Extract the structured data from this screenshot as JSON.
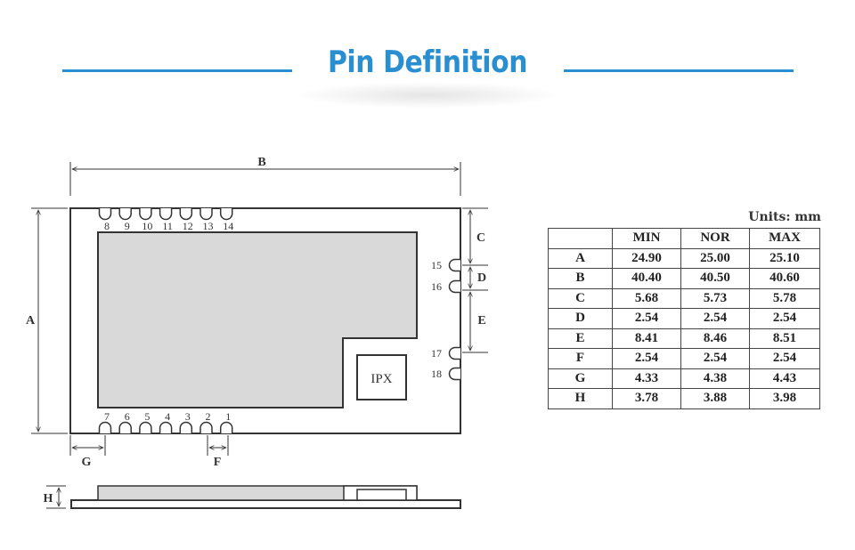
{
  "header": {
    "title": "Pin Definition"
  },
  "colors": {
    "accent": "#2a8fd0",
    "module_fill": "#d9d9d9",
    "line": "#333333"
  },
  "diagram": {
    "dim_labels": {
      "A": "A",
      "B": "B",
      "C": "C",
      "D": "D",
      "E": "E",
      "F": "F",
      "G": "G",
      "H": "H"
    },
    "top_pins": [
      "8",
      "9",
      "10",
      "11",
      "12",
      "13",
      "14"
    ],
    "bottom_pins": [
      "7",
      "6",
      "5",
      "4",
      "3",
      "2",
      "1"
    ],
    "right_pins": [
      "15",
      "16",
      "17",
      "18"
    ],
    "connector_label": "IPX"
  },
  "table": {
    "units": "Units: mm",
    "columns": [
      "",
      "MIN",
      "NOR",
      "MAX"
    ],
    "rows": [
      {
        "label": "A",
        "min": "24.90",
        "nor": "25.00",
        "max": "25.10"
      },
      {
        "label": "B",
        "min": "40.40",
        "nor": "40.50",
        "max": "40.60"
      },
      {
        "label": "C",
        "min": "5.68",
        "nor": "5.73",
        "max": "5.78"
      },
      {
        "label": "D",
        "min": "2.54",
        "nor": "2.54",
        "max": "2.54"
      },
      {
        "label": "E",
        "min": "8.41",
        "nor": "8.46",
        "max": "8.51"
      },
      {
        "label": "F",
        "min": "2.54",
        "nor": "2.54",
        "max": "2.54"
      },
      {
        "label": "G",
        "min": "4.33",
        "nor": "4.38",
        "max": "4.43"
      },
      {
        "label": "H",
        "min": "3.78",
        "nor": "3.88",
        "max": "3.98"
      }
    ]
  }
}
